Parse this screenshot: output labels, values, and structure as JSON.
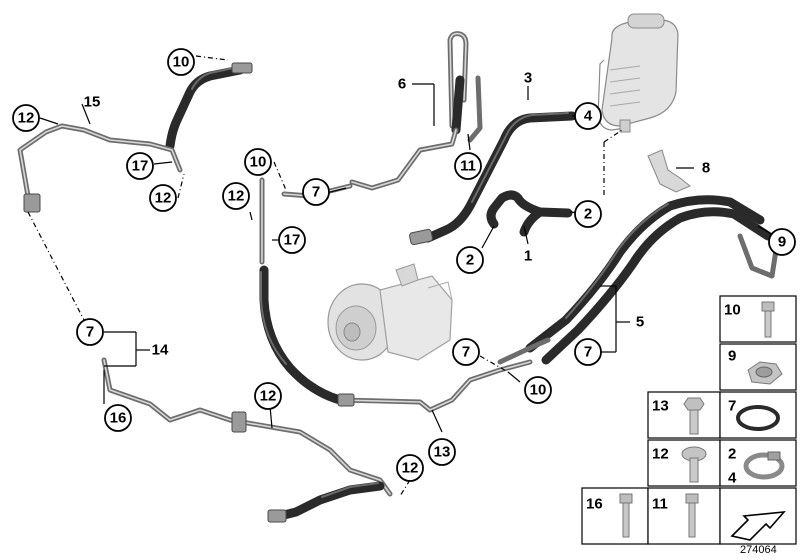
{
  "diagram": {
    "reference_number": "274064",
    "callouts": {
      "c10_top": "10",
      "c15": "15",
      "c12_left": "12",
      "c17_top": "17",
      "c12_top_mid": "12",
      "c6": "6",
      "c3": "3",
      "c4": "4",
      "c11": "11",
      "c10_mid": "10",
      "c7_mid": "7",
      "c12_mid": "12",
      "c17_mid": "17",
      "c8": "8",
      "c2_right": "2",
      "c9": "9",
      "c2_left": "2",
      "c1": "1",
      "c5": "5",
      "c7_left": "7",
      "c14": "14",
      "c7_center": "7",
      "c7_right": "7",
      "c10_low": "10",
      "c16": "16",
      "c12_low": "12",
      "c13": "13",
      "c12_bottom": "12"
    },
    "legend": {
      "row1_left": "",
      "row1_right": "10",
      "row2_right": "9",
      "row3_left": "13",
      "row3_right": "7",
      "row4_left": "12",
      "row4_right_a": "2",
      "row4_right_b": "4",
      "row5_a": "16",
      "row5_b": "11"
    }
  }
}
